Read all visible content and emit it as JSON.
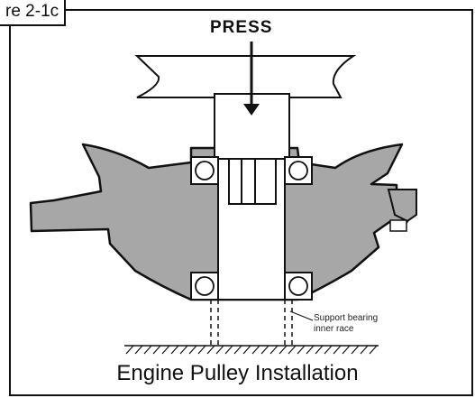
{
  "figure": {
    "label": "re 2-1c",
    "press_label": "PRESS",
    "caption": "Engine Pulley Installation",
    "note_line1": "Support bearing",
    "note_line2": "inner race"
  },
  "colors": {
    "housing_fill": "#a7a7a7",
    "outline": "#111111",
    "background": "#ffffff"
  }
}
